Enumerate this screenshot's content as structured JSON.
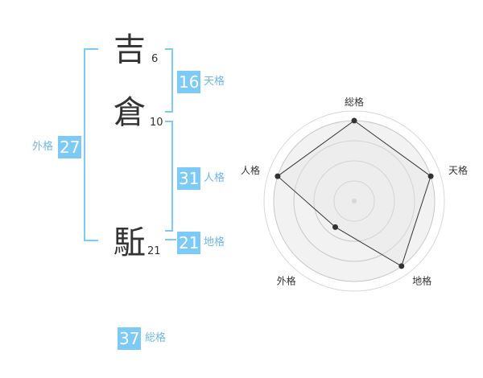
{
  "name": {
    "chars": [
      {
        "char": "吉",
        "strokes": "6"
      },
      {
        "char": "倉",
        "strokes": "10"
      },
      {
        "char": "駈",
        "strokes": "21"
      }
    ]
  },
  "scores": {
    "tenkaku": {
      "value": "16",
      "label": "天格"
    },
    "jinkaku": {
      "value": "31",
      "label": "人格"
    },
    "chikaku": {
      "value": "21",
      "label": "地格"
    },
    "gaikaku": {
      "value": "27",
      "label": "外格"
    },
    "soukaku": {
      "value": "37",
      "label": "総格"
    }
  },
  "colors": {
    "accent": "#7ccaf7",
    "label": "#6cb8e8",
    "bracket": "#7ccaf7"
  },
  "chart_data": {
    "type": "radar",
    "axes": [
      "総格",
      "天格",
      "地格",
      "外格",
      "人格"
    ],
    "values": [
      1.0,
      1.0,
      1.0,
      0.4,
      1.0
    ],
    "rings": 4,
    "range": [
      0,
      1
    ]
  }
}
